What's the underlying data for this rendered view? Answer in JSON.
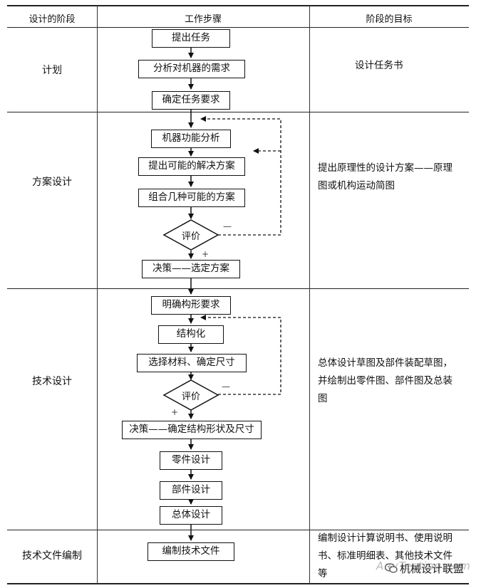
{
  "header": {
    "stage": "设计的阶段",
    "steps": "工作步骤",
    "goal": "阶段的目标"
  },
  "stages": [
    {
      "name": "计划",
      "goal": "设计任务书"
    },
    {
      "name": "方案设计",
      "goal": "提出原理性的设计方案——原理图或机构运动简图"
    },
    {
      "name": "技术设计",
      "goal": "总体设计草图及部件装配草图，并绘制出零件图、部件图及总装图"
    },
    {
      "name": "技术文件编制",
      "goal": "编制设计计算说明书、使用说明书、标准明细表、其他技术文件等"
    }
  ],
  "steps": {
    "plan": [
      "提出任务",
      "分析对机器的需求",
      "确定任务要求"
    ],
    "scheme": [
      "机器功能分析",
      "提出可能的解决方案",
      "组合几种可能的方案",
      "评价",
      "决策——选定方案"
    ],
    "tech": [
      "明确构形要求",
      "结构化",
      "选择材料、确定尺寸",
      "评价",
      "决策——确定结构形状及尺寸",
      "零件设计",
      "部件设计",
      "总体设计"
    ],
    "docs": [
      "编制技术文件"
    ]
  },
  "feedback_marks": {
    "negative": "—",
    "positive": "+"
  },
  "watermark": {
    "brand": "机械设计联盟",
    "site": "AnyTesting.com"
  }
}
